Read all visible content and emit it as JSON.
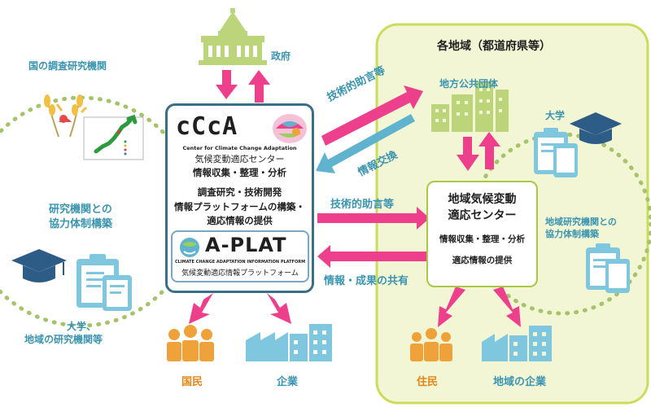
{
  "labels": {
    "government": "政府",
    "national_institutes": "国の調査研究機関",
    "research_cooperation_left": [
      "研究機関との",
      "協力体制構築"
    ],
    "universities_left": [
      "大学、",
      "地域の研究機関等"
    ],
    "citizens": "国民",
    "companies": "企業",
    "regions_title": "各地域（都道府県等）",
    "local_government": "地方公共団体",
    "university_right": "大学",
    "regional_cooperation": [
      "地域研究機関との",
      "協力体制構築"
    ],
    "residents": "住民",
    "regional_companies": "地域の企業"
  },
  "arrows": {
    "tech_advice_top": "技術的助言等",
    "info_exchange": "情報交換",
    "tech_advice_mid": "技術的助言等",
    "info_sharing": "情報・成果の共有"
  },
  "center": {
    "logo_text": "cCcA",
    "logo_sub_en": "Center for Climate Change Adaptation",
    "name_ja": "気候変動適応センター",
    "line1": "情報収集・整理・分析",
    "line2": "調査研究・技術開発",
    "line3": "情報プラットフォームの構築・",
    "line4": "適応情報の提供"
  },
  "aplat": {
    "logo_text": "A-PLAT",
    "sub_en": "CLIMATE CHANGE ADAPTATION INFORMATION PLATFORM",
    "sub_ja": "気候変動適応情報プラットフォーム"
  },
  "regional_center": {
    "title1": "地域気候変動",
    "title2": "適応センター",
    "line1": "情報収集・整理・分析",
    "line2": "適応情報の提供"
  },
  "colors": {
    "pink": "#ee3f8d",
    "blue_arrow": "#5fb3cf",
    "icon_blue": "#7fc7de",
    "icon_orange": "#f0a23a",
    "icon_green": "#bcd57a",
    "region_fill": "#f2f6d5",
    "region_border": "#cbdc5a",
    "dotted": "#a5c46a",
    "navy": "#2d5c86"
  },
  "icons": [
    "government-building-icon",
    "japan-map-icon",
    "wheat-icon",
    "graduation-cap-icon",
    "clipboard-icon",
    "people-icon",
    "factory-icon",
    "office-buildings-icon"
  ]
}
